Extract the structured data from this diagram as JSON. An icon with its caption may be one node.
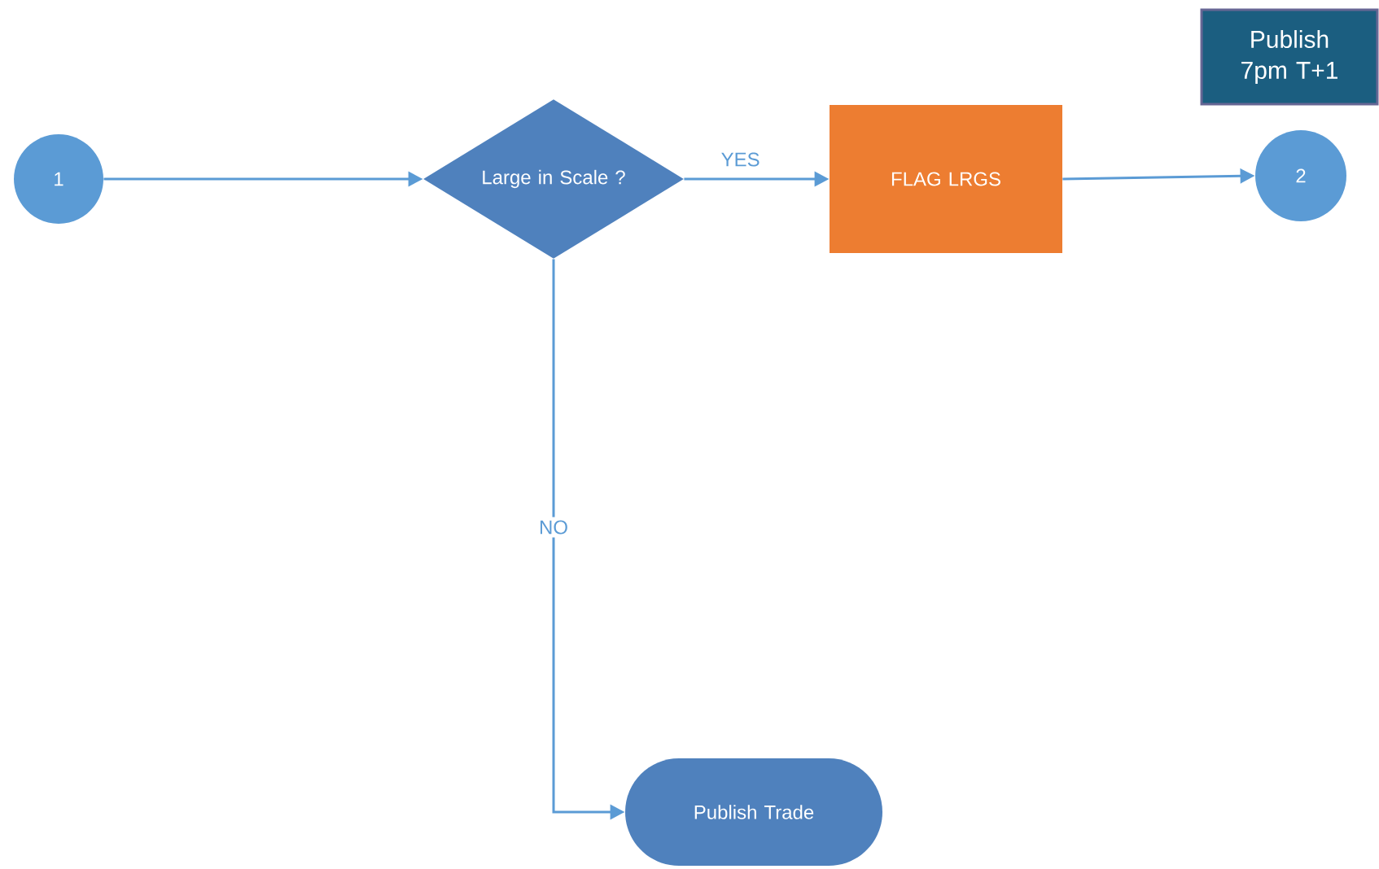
{
  "diagram": {
    "nodes": [
      {
        "text": [
          "Publish 7pm T+1"
        ]
      },
      {
        "text": [
          "1"
        ]
      },
      {
        "text": [
          "Large in Scale ?"
        ]
      },
      {
        "text": [
          "FLAG LRGS"
        ]
      },
      {
        "text": [
          "2"
        ]
      },
      {
        "text": [
          "Publish Trade"
        ]
      }
    ],
    "edges": [
      {
        "from": 1,
        "to": 2,
        "arrow": "to"
      },
      {
        "from": 2,
        "to": 3,
        "arrow": "to",
        "label": "YES"
      },
      {
        "from": 3,
        "to": 4,
        "arrow": "to"
      },
      {
        "from": 2,
        "to": 5,
        "arrow": "to",
        "label": "NO"
      }
    ]
  }
}
